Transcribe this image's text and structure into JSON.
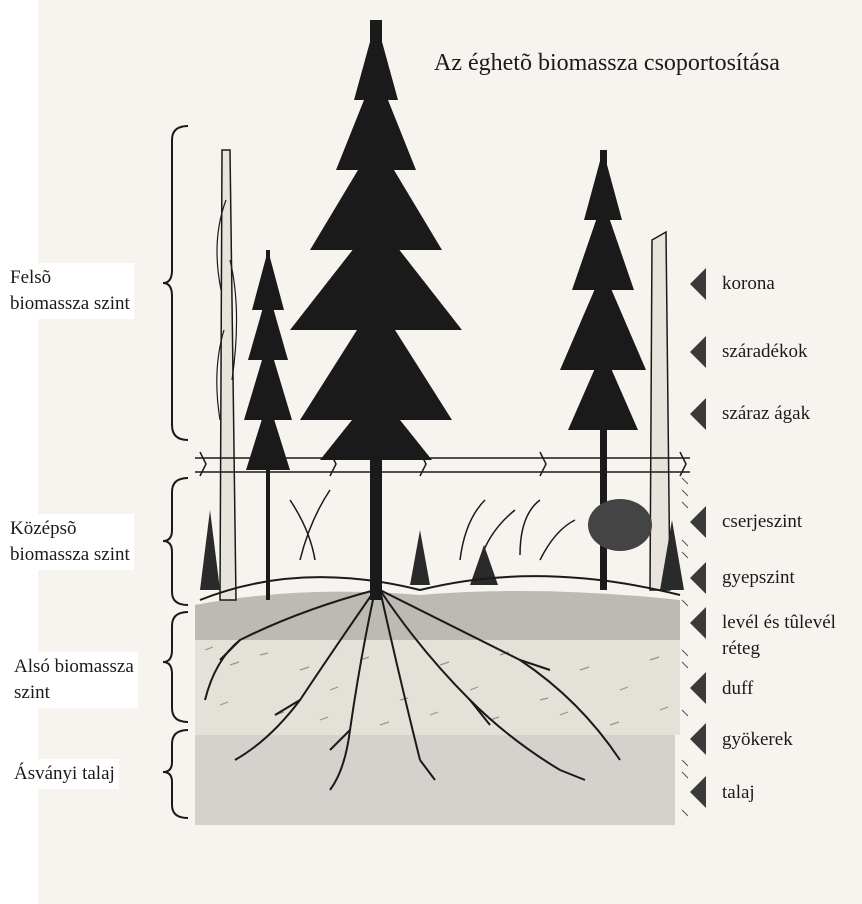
{
  "title": "Az éghetõ biomassza csoportosítása",
  "left_levels": [
    {
      "lines": [
        "Felsõ",
        "biomassza szint"
      ]
    },
    {
      "lines": [
        "Középsõ",
        "biomassza szint"
      ]
    },
    {
      "lines": [
        "Alsó biomassza",
        "szint"
      ]
    },
    {
      "lines": [
        "Ásványi talaj"
      ]
    }
  ],
  "right_components": [
    {
      "lines": [
        "korona"
      ]
    },
    {
      "lines": [
        "száradékok"
      ]
    },
    {
      "lines": [
        "száraz ágak"
      ]
    },
    {
      "lines": [
        "cserjeszint"
      ]
    },
    {
      "lines": [
        "gyepszint"
      ]
    },
    {
      "lines": [
        "levél és tûlevél",
        "réteg"
      ]
    },
    {
      "lines": [
        "duff"
      ]
    },
    {
      "lines": [
        "gyökerek"
      ]
    },
    {
      "lines": [
        "talaj"
      ]
    }
  ],
  "colors": {
    "ink": "#1a1a1a",
    "paper": "#f7f4ef",
    "marker": "#3a3a3a"
  }
}
